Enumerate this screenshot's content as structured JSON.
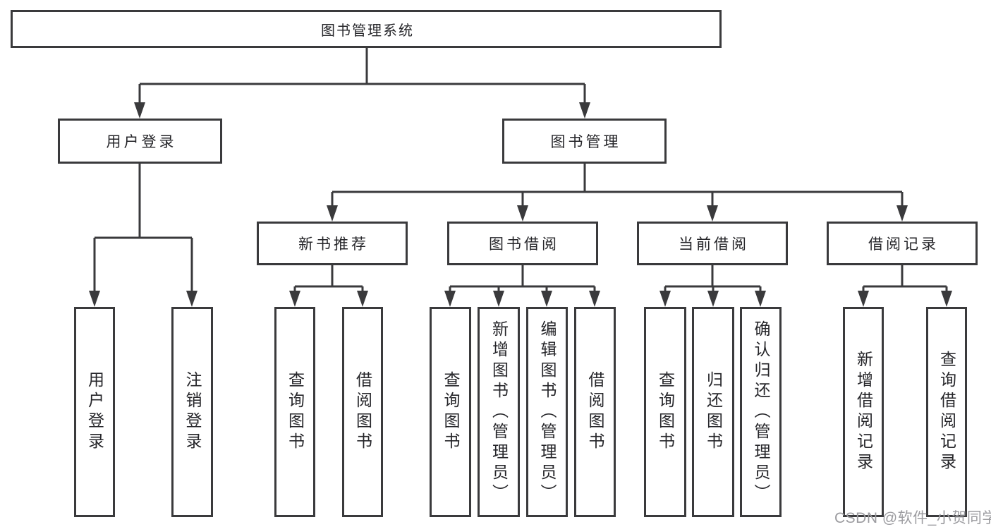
{
  "tree": {
    "root": {
      "label": "图书管理系统"
    },
    "children": [
      {
        "label": "用户登录",
        "children": [
          {
            "label": "用户登录"
          },
          {
            "label": "注销登录"
          }
        ]
      },
      {
        "label": "图书管理",
        "children": [
          {
            "label": "新书推荐",
            "children": [
              {
                "label": "查询图书"
              },
              {
                "label": "借阅图书"
              }
            ]
          },
          {
            "label": "图书借阅",
            "children": [
              {
                "label": "查询图书"
              },
              {
                "label": "新增图书（管理员）"
              },
              {
                "label": "编辑图书（管理员）"
              },
              {
                "label": "借阅图书"
              }
            ]
          },
          {
            "label": "当前借阅",
            "children": [
              {
                "label": "查询图书"
              },
              {
                "label": "归还图书"
              },
              {
                "label": "确认归还（管理员）"
              }
            ]
          },
          {
            "label": "借阅记录",
            "children": [
              {
                "label": "新增借阅记录"
              },
              {
                "label": "查询借阅记录"
              }
            ]
          }
        ]
      }
    ]
  },
  "watermark": "CSDN @软件_小贺同学",
  "colors": {
    "line": "#3a3a3c",
    "box_border": "#3a3a3c",
    "text": "#26262a",
    "watermark": "#9c9ca0",
    "background": "#ffffff"
  }
}
